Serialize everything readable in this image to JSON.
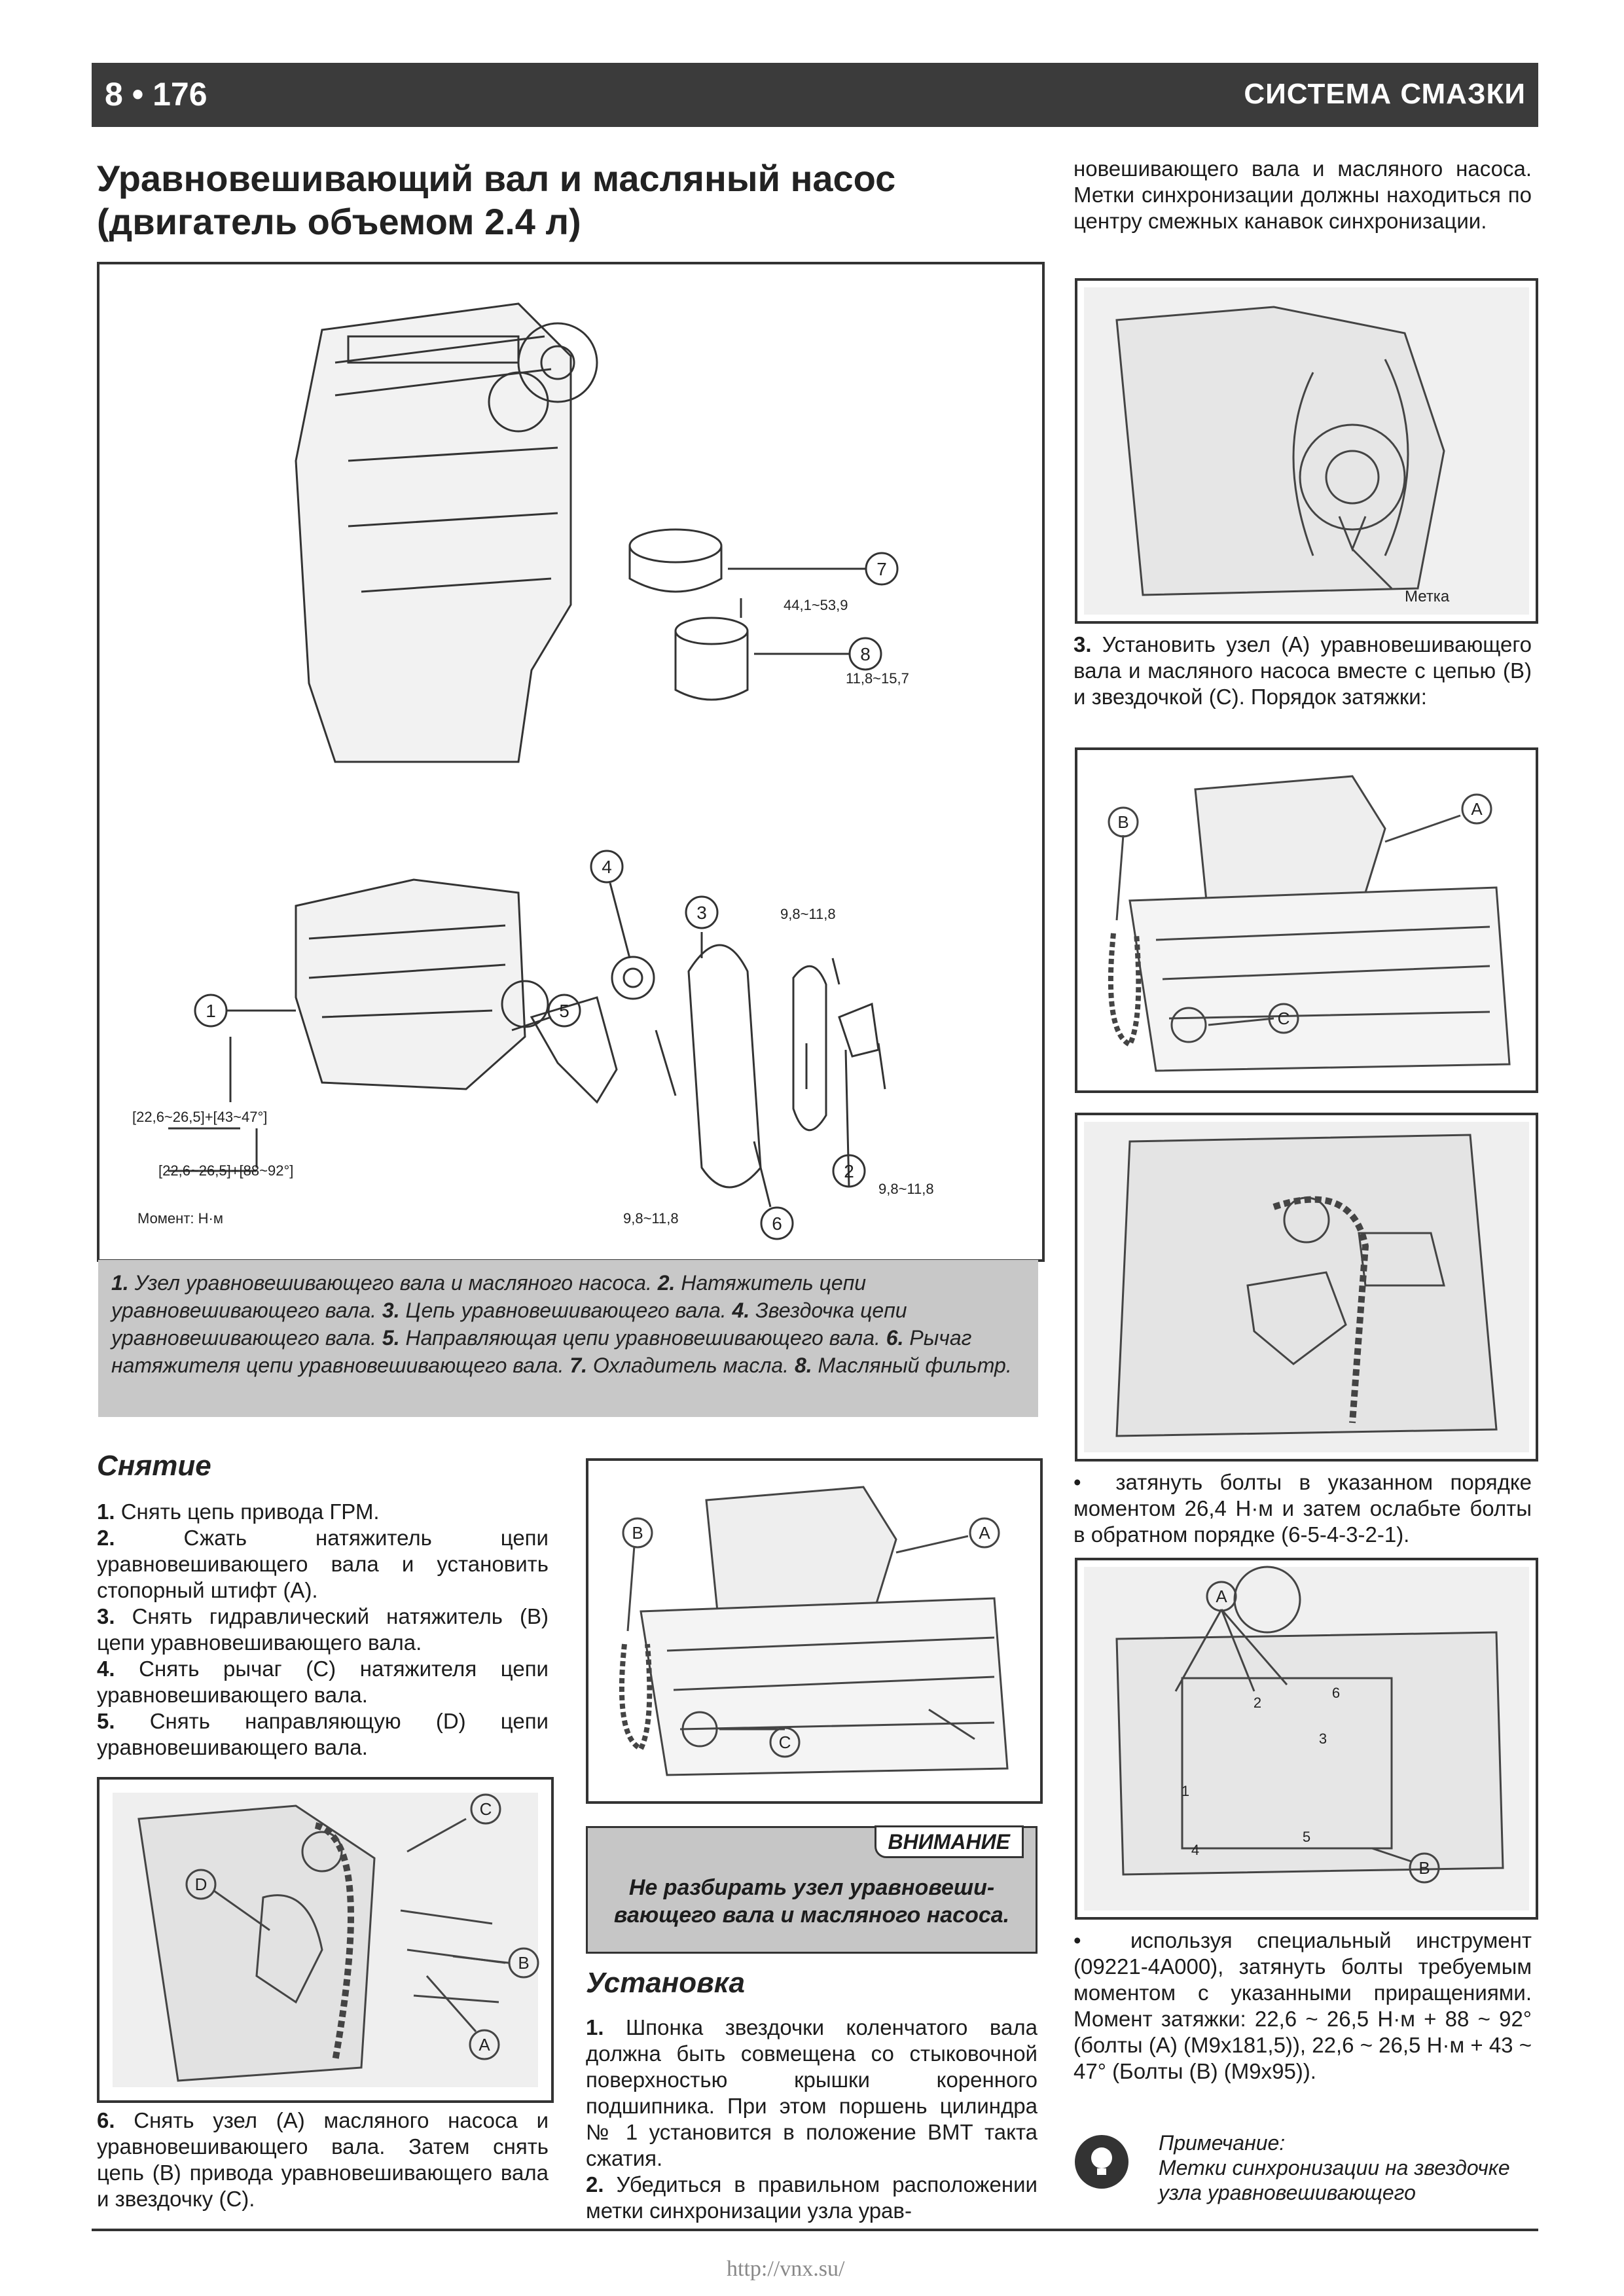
{
  "header": {
    "page_number": "8 • 176",
    "section": "СИСТЕМА СМАЗКИ"
  },
  "title": {
    "line1": "Уравновешивающий вал и масляный насос",
    "line2": "(двигатель объемом 2.4 л)"
  },
  "main_figure": {
    "callouts": [
      "1",
      "2",
      "3",
      "4",
      "5",
      "6",
      "7",
      "8"
    ],
    "torques": [
      "44,1~53,9",
      "11,8~15,7",
      "9,8~11,8",
      "[22,6~26,5]+[43~47°]",
      "[22,6~26,5]+[88~92°]",
      "9,8~11,8",
      "9,8~11,8"
    ],
    "units_label": "Момент: Н·м",
    "caption": [
      {
        "n": "1.",
        "t": " Узел уравновешивающего вала и масляного насоса. "
      },
      {
        "n": "2.",
        "t": " Натяжитель цепи уравновешивающего вала. "
      },
      {
        "n": "3.",
        "t": " Цепь уравновешивающего вала. "
      },
      {
        "n": "4.",
        "t": " Звездочка цепи уравновешивающего вала. "
      },
      {
        "n": "5.",
        "t": " Направляющая цепи уравновешивающего вала. "
      },
      {
        "n": "6.",
        "t": " Рычаг натяжителя цепи уравновешивающего вала. "
      },
      {
        "n": "7.",
        "t": " Охладитель масла. "
      },
      {
        "n": "8.",
        "t": " Масляный фильтр."
      }
    ]
  },
  "removal": {
    "heading": "Снятие",
    "steps": [
      {
        "n": "1.",
        "t": " Снять цепь привода ГРМ."
      },
      {
        "n": "2.",
        "t": " Сжать натяжитель цепи уравновешивающего вала и установить стопорный штифт (А)."
      },
      {
        "n": "3.",
        "t": " Снять гидравлический натяжитель (В) цепи уравновешивающего вала."
      },
      {
        "n": "4.",
        "t": " Снять рычаг (С) натяжителя цепи уравновешивающего вала."
      },
      {
        "n": "5.",
        "t": " Снять направляющую (D) цепи уравновешивающего вала."
      }
    ],
    "fig_labels": [
      "C",
      "D",
      "B",
      "A"
    ],
    "step6": {
      "n": "6.",
      "t": " Снять узел (А) масляного насоса и уравновешивающего вала. Затем снять цепь (В) привода уравновешивающего вала и звездочку (С)."
    }
  },
  "center_fig_labels": [
    "B",
    "A",
    "C"
  ],
  "warning": {
    "label": "ВНИМАНИЕ",
    "text1": "Не разбирать узел уравновеши-",
    "text2": "вающего вала и масляного насоса."
  },
  "install": {
    "heading": "Установка",
    "step1": {
      "n": "1.",
      "t": " Шпонка звездочки коленчатого вала должна быть совмещена со стыковочной поверхностью крышки коренного подшипника. При этом поршень цилиндра № 1 установится в положение ВМТ такта сжатия."
    },
    "step2": {
      "n": "2.",
      "t": " Убедиться в правильном расположении метки синхронизации узла урав-"
    }
  },
  "right_col": {
    "cont_text": "новешивающего вала и масляного насоса. Метки синхронизации должны находиться по центру смежных канавок синхронизации.",
    "fig1_label": "Метка",
    "step3": {
      "n": "3.",
      "t": " Установить узел (А) уравновешивающего вала и масляного насоса вместе с цепью (В) и звездочкой (С). Порядок затяжки:"
    },
    "fig2_labels": [
      "B",
      "A",
      "C"
    ],
    "bullet1": "затянуть болты в указанном порядке моментом 26,4 Н·м и затем ослабьте болты в обратном порядке (6-5-4-3-2-1).",
    "fig4_labels": [
      "A",
      "B",
      "1",
      "2",
      "3",
      "4",
      "5",
      "6"
    ],
    "bullet2": "используя специальный инструмент (09221-4А000), затянуть болты требуемым моментом с указанными приращениями. Момент затяжки: 22,6 ~ 26,5 Н·м + 88 ~ 92° (болты (А) (M9x181,5)), 22,6 ~ 26,5 Н·м + 43 ~ 47° (Болты (В) (M9x95)).",
    "note_title": "Примечание:",
    "note_text": "Метки синхронизации на звездочке узла уравновешивающего"
  },
  "footer": {
    "url": "http://vnx.su/"
  }
}
